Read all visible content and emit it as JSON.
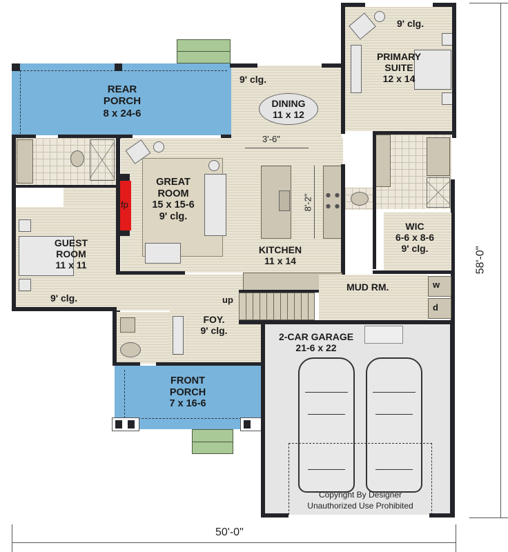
{
  "plan": {
    "overall_width": "50'-0\"",
    "overall_depth": "58'-0\"",
    "copyright_line1": "Copyright By Designer",
    "copyright_line2": "Unauthorized Use Prohibited"
  },
  "rooms": {
    "rear_porch": {
      "name_1": "REAR",
      "name_2": "PORCH",
      "size": "8 x 24-6"
    },
    "dining": {
      "name": "DINING",
      "size": "11 x 12",
      "ceiling": "9' clg."
    },
    "primary_suite": {
      "name_1": "PRIMARY",
      "name_2": "SUITE",
      "size": "12 x 14",
      "ceiling": "9' clg."
    },
    "great_room": {
      "name_1": "GREAT",
      "name_2": "ROOM",
      "size": "15 x 15-6",
      "ceiling": "9' clg.",
      "fireplace": "fp"
    },
    "guest_room": {
      "name_1": "GUEST",
      "name_2": "ROOM",
      "size": "11 x 11",
      "ceiling": "9' clg."
    },
    "kitchen": {
      "name": "KITCHEN",
      "size": "11 x 14",
      "island_clearance": "3'-6\"",
      "aisle_width": "8'-2\""
    },
    "wic": {
      "name": "WIC",
      "size": "6-6 x 8-6",
      "ceiling": "9' clg."
    },
    "mud_room": {
      "name": "MUD RM.",
      "washer": "w",
      "dryer": "d"
    },
    "foyer": {
      "name": "FOY.",
      "ceiling": "9' clg.",
      "stair": "up"
    },
    "front_porch": {
      "name_1": "FRONT",
      "name_2": "PORCH",
      "size": "7 x 16-6"
    },
    "garage": {
      "name": "2-CAR GARAGE",
      "size": "21-6 x 22"
    }
  },
  "colors": {
    "porch": "#79b4dc",
    "steps": "#a9c997",
    "wall": "#23242a",
    "floor": "#e9e3d3",
    "garage": "#e5e5e5",
    "fireplace": "#e31b1b"
  }
}
